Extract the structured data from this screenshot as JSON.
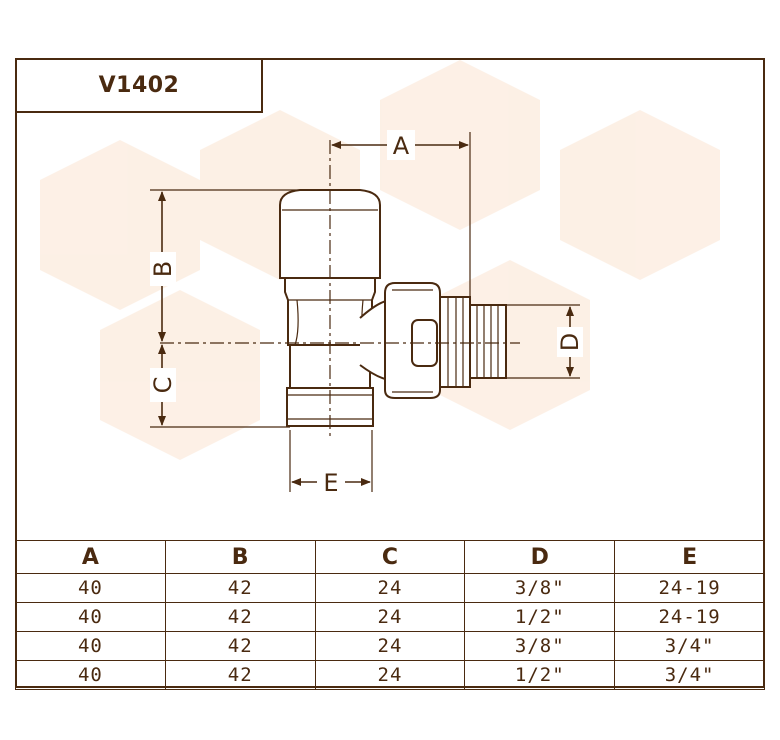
{
  "title": "V1402",
  "dimension_labels": {
    "a": "A",
    "b": "B",
    "c": "C",
    "d": "D",
    "e": "E"
  },
  "table": {
    "headers": [
      "A",
      "B",
      "C",
      "D",
      "E"
    ],
    "rows": [
      [
        "40",
        "42",
        "24",
        "3/8\"",
        "24-19"
      ],
      [
        "40",
        "42",
        "24",
        "1/2\"",
        "24-19"
      ],
      [
        "40",
        "42",
        "24",
        "3/8\"",
        "3/4\""
      ],
      [
        "40",
        "42",
        "24",
        "1/2\"",
        "3/4\""
      ]
    ]
  },
  "colors": {
    "line": "#4a2a10",
    "watermark": "#fbe5d6"
  }
}
